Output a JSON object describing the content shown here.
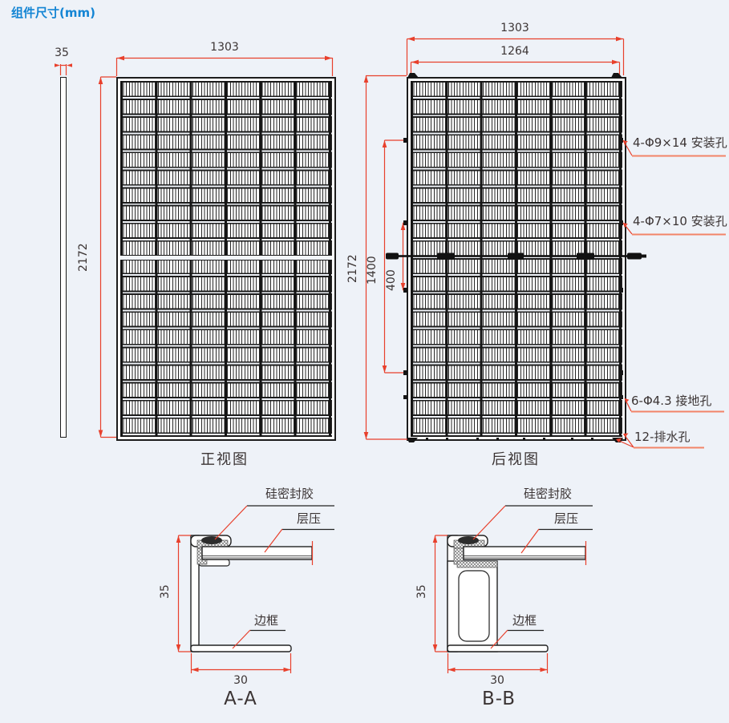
{
  "title": "组件尺寸(mm)",
  "colors": {
    "accent_blue": "#1485d4",
    "dimension_red": "#e8402c",
    "leader_salmon": "#f28468",
    "line_black": "#1c1c1c"
  },
  "side_view": {
    "thickness": "35"
  },
  "front_view": {
    "label": "正视图",
    "width": "1303",
    "height": "2172"
  },
  "back_view": {
    "label": "后视图",
    "outer_width": "1303",
    "inner_width": "1264",
    "height": "2172",
    "mount_span_outer": "1400",
    "mount_span_inner": "400",
    "callouts": [
      {
        "label": "4-Φ9×14 安装孔"
      },
      {
        "label": "4-Φ7×10 安装孔"
      },
      {
        "label": "6-Φ4.3 接地孔"
      },
      {
        "label": "12-排水孔"
      }
    ]
  },
  "sections": {
    "callout_sealant": "硅密封胶",
    "callout_laminate": "层压",
    "callout_frame": "边框",
    "a": {
      "label": "A-A",
      "height": "35",
      "width": "30"
    },
    "b": {
      "label": "B-B",
      "height": "35",
      "width": "30"
    }
  }
}
